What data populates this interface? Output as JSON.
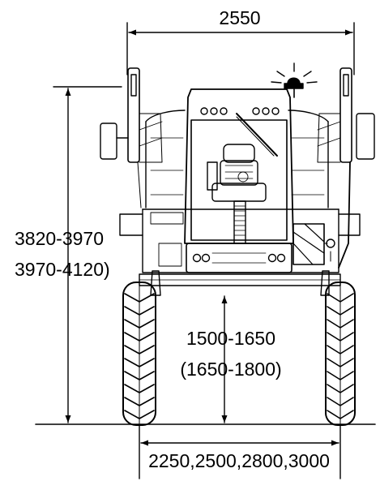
{
  "dimensions": {
    "top_width": "2550",
    "height_line1": "3820-3970",
    "height_line2": "3970-4120)",
    "clearance_line1": "1500-1650",
    "clearance_line2": "(1650-1800)",
    "track_width": "2250,2500,2800,3000"
  },
  "colors": {
    "line": "#000000",
    "background": "#ffffff"
  }
}
